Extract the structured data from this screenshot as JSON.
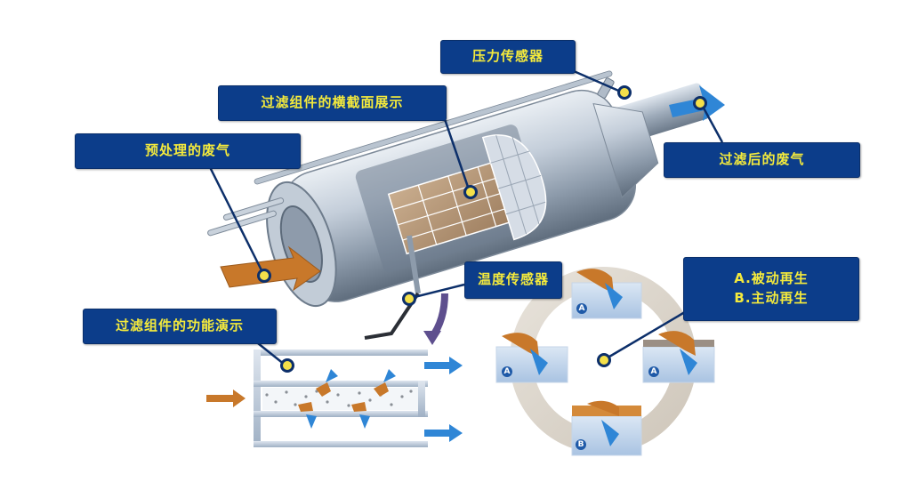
{
  "diagram": {
    "subject": "Diesel particulate filter structure and working principle",
    "colors": {
      "label_bg": "#0c3d8a",
      "label_text": "#f4ea3c",
      "leader_line": "#0c2f6a",
      "marker_fill": "#f4e04a",
      "exhaust_in_arrow": "#c8782a",
      "clean_out_arrow": "#2f86d6",
      "metal": "#b9c4d0"
    },
    "labels": {
      "pressure_sensor": "压力传感器",
      "cross_section": "过滤组件的横截面展示",
      "raw_exhaust": "预处理的废气",
      "filtered_exhaust": "过滤后的废气",
      "temperature_sensor": "温度传感器",
      "function_demo": "过滤组件的功能演示",
      "regeneration_a": "A.被动再生",
      "regeneration_b": "B.主动再生"
    },
    "regeneration_cycle": {
      "stages": [
        {
          "position": "top",
          "badge": "A"
        },
        {
          "position": "left",
          "badge": "A"
        },
        {
          "position": "right",
          "badge": "A"
        },
        {
          "position": "bottom",
          "badge": "B"
        }
      ]
    }
  }
}
